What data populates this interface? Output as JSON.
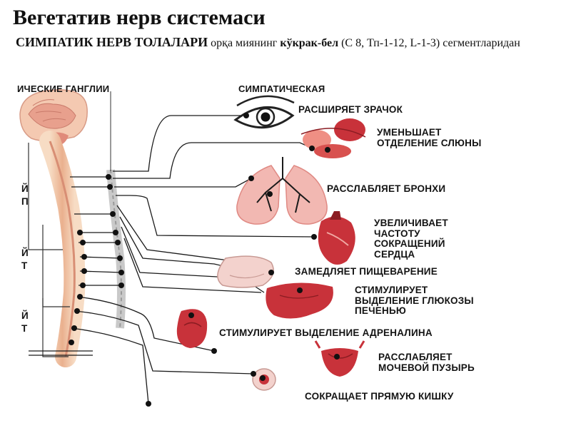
{
  "slide": {
    "title": "Вегетатив нерв системаси",
    "subtitle": {
      "bold_lead": "СИМПАТИК НЕРВ ТОЛАЛАРИ",
      "text1": " орқа миянинг ",
      "bold_mid": "кўкрак-бел",
      "text2": " (С 8, Тп-1-12, L-1-3) сегментларидан"
    }
  },
  "diagram": {
    "header_left": "ИЧЕСКИЕ ГАНГЛИИ",
    "header_right": "СИМПАТИЧЕСКАЯ",
    "left_fragments": [
      "Й",
      "П",
      "Й",
      "Т",
      "Й",
      "Т"
    ],
    "effects": [
      {
        "organ": "eye",
        "label": "РАСШИРЯЕТ ЗРАЧОК"
      },
      {
        "organ": "salivary-gland",
        "label": "УМЕНЬШАЕТ\nОТДЕЛЕНИЕ СЛЮНЫ"
      },
      {
        "organ": "lungs",
        "label": "РАССЛАБЛЯЕТ БРОНХИ"
      },
      {
        "organ": "heart",
        "label": "УВЕЛИЧИВАЕТ\nЧАСТОТУ\nСОКРАЩЕНИЙ\nСЕРДЦА"
      },
      {
        "organ": "stomach",
        "label": "ЗАМЕДЛЯЕТ ПИЩЕВАРЕНИЕ"
      },
      {
        "organ": "liver",
        "label": "СТИМУЛИРУЕТ\nВЫДЕЛЕНИЕ ГЛЮКОЗЫ\nПЕЧЕНЬЮ"
      },
      {
        "organ": "adrenal-gland",
        "label": "СТИМУЛИРУЕТ ВЫДЕЛЕНИЕ АДРЕНАЛИНА"
      },
      {
        "organ": "bladder",
        "label": "РАССЛАБЛЯЕТ\nМОЧЕВОЙ ПУЗЫРЬ"
      },
      {
        "organ": "rectum",
        "label": "СОКРАЩАЕТ ПРЯМУЮ КИШКУ"
      }
    ],
    "colors": {
      "organ_red": "#c8323a",
      "organ_pink": "#f0a9a3",
      "spine_peach": "#f2c6a4",
      "nerve_line": "#1a1a1a"
    }
  }
}
